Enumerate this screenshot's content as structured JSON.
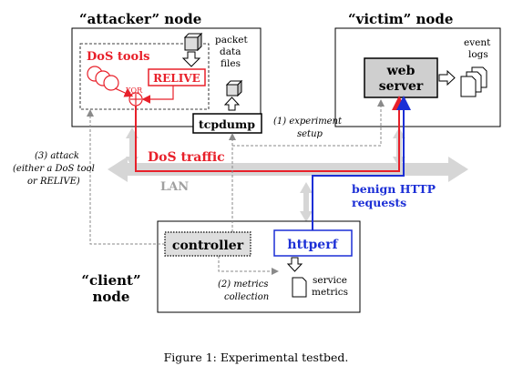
{
  "nodes": {
    "attacker": {
      "title": "“attacker” node"
    },
    "victim": {
      "title": "“victim” node"
    },
    "client": {
      "title_line1": "“client”",
      "title_line2": "node"
    }
  },
  "attacker": {
    "dos_tools": "DoS tools",
    "xor": "XOR",
    "relive": "RELIVE",
    "packet_data_files": [
      "packet",
      "data",
      "files"
    ],
    "tcpdump": "tcpdump"
  },
  "victim": {
    "web_server": [
      "web",
      "server"
    ],
    "event_logs": [
      "event",
      "logs"
    ]
  },
  "client": {
    "controller": "controller",
    "httperf": "httperf",
    "service_metrics": [
      "service",
      "metrics"
    ]
  },
  "network": {
    "lan": "LAN",
    "dos_traffic": "DoS traffic",
    "benign_http": [
      "benign HTTP",
      "requests"
    ]
  },
  "annotations": {
    "experiment_setup": [
      "(1) experiment",
      "setup"
    ],
    "metrics_collection": [
      "(2) metrics",
      "collection"
    ],
    "attack": [
      "(3) attack",
      "(either a DoS tool",
      "or RELIVE)"
    ]
  },
  "caption": "Figure 1: Experimental testbed.",
  "colors": {
    "dos_red": "#e8202a",
    "benign_blue": "#1c2fd6",
    "lan_gray": "#d6d6d6",
    "server_fill": "#cfcfcf",
    "controller_fill": "#dedede"
  }
}
